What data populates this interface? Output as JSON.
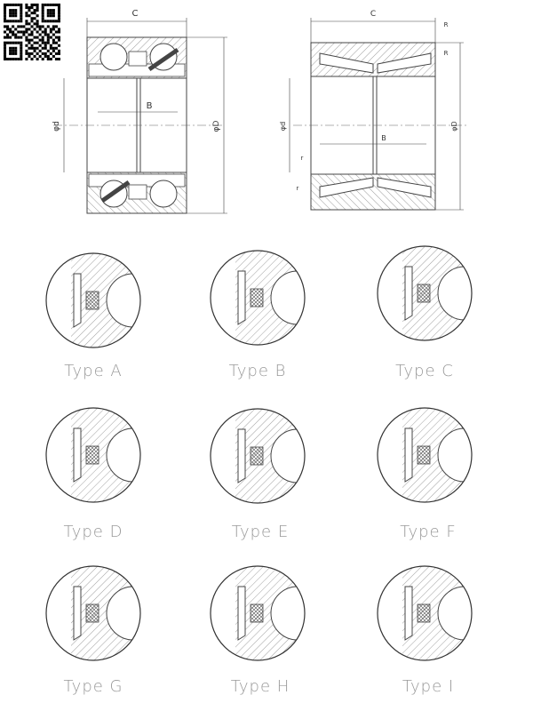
{
  "drawing": {
    "left_dims": {
      "c": "C",
      "b": "B",
      "d": "φd",
      "D": "φD"
    },
    "right_dims": {
      "c": "C",
      "b": "B",
      "d": "φd",
      "D": "φD",
      "R1": "R",
      "R2": "R",
      "r1": "r",
      "r2": "r"
    }
  },
  "seal_types": [
    {
      "label": "Type A"
    },
    {
      "label": "Type B"
    },
    {
      "label": "Type C"
    },
    {
      "label": "Type D"
    },
    {
      "label": "Type E"
    },
    {
      "label": "Type F"
    },
    {
      "label": "Type G"
    },
    {
      "label": "Type H"
    },
    {
      "label": "Type I"
    }
  ]
}
